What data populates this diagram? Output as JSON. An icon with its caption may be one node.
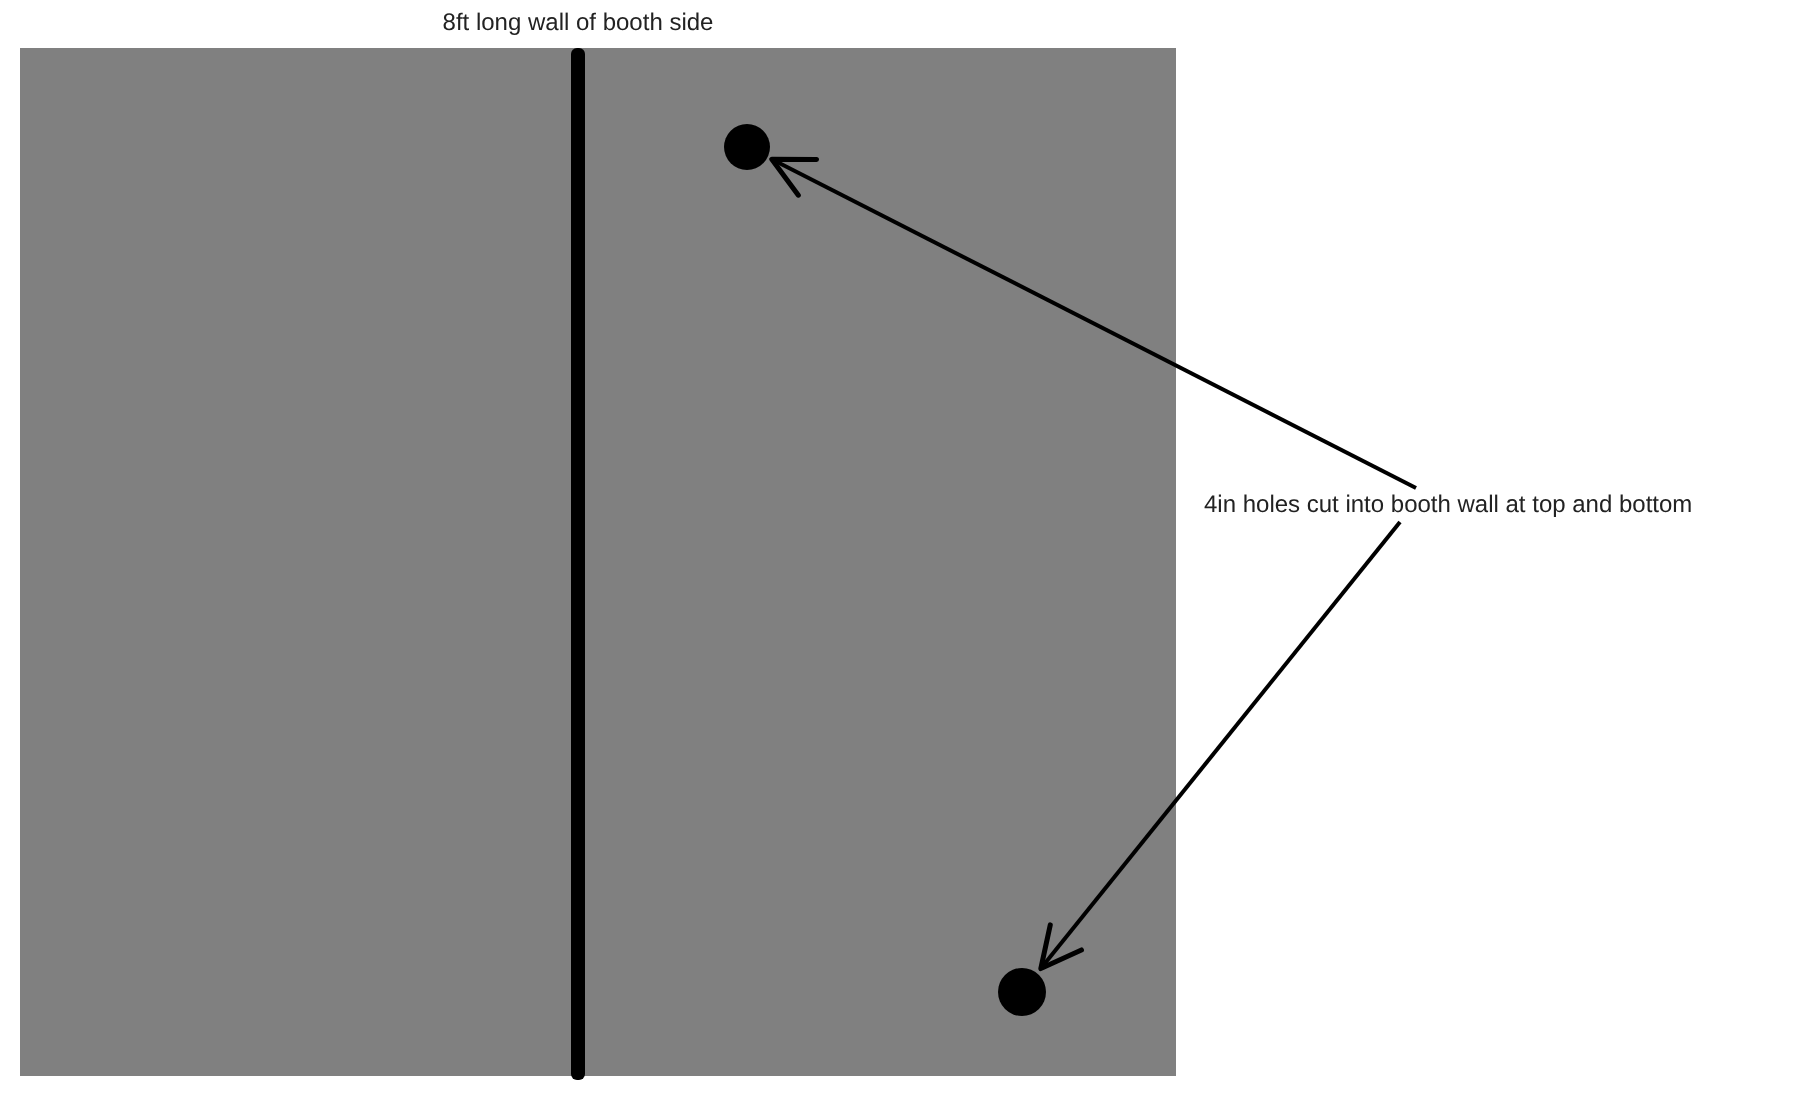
{
  "diagram": {
    "nodes": [
      {
        "text": [],
        "shape": "circle"
      },
      {
        "text": [
          "4in holes cut into booth wall at top and bottom"
        ]
      },
      {
        "text": [],
        "shape": "circle"
      }
    ],
    "edges": [
      {
        "from": 1,
        "to": 0,
        "arrow": "to"
      },
      {
        "from": 1,
        "to": 2,
        "arrow": "to"
      }
    ],
    "labels": [
      "8ft long wall of booth side"
    ]
  }
}
